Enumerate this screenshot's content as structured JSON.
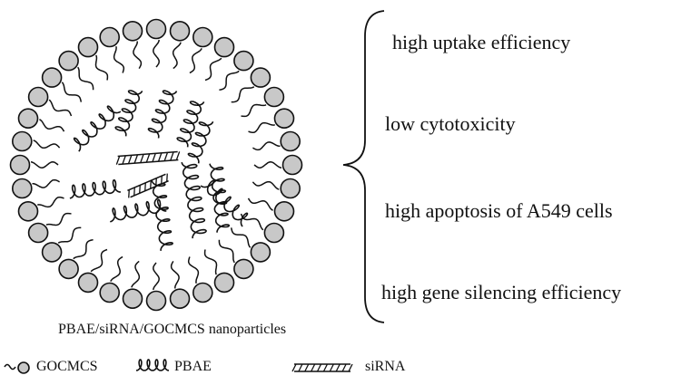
{
  "properties": [
    "high uptake efficiency",
    "low cytotoxicity",
    "high apoptosis of A549 cells",
    "high gene silencing efficiency"
  ],
  "caption": "PBAE/siRNA/GOCMCS nanoparticles",
  "legend": {
    "gocmcs": "GOCMCS",
    "pbae": "PBAE",
    "sirna": "siRNA"
  },
  "colors": {
    "bead_fill": "#c8c8c8",
    "stroke": "#111111"
  },
  "icons": [
    "gocmcs-bead-icon",
    "pbae-coil-icon",
    "sirna-ladder-icon"
  ]
}
